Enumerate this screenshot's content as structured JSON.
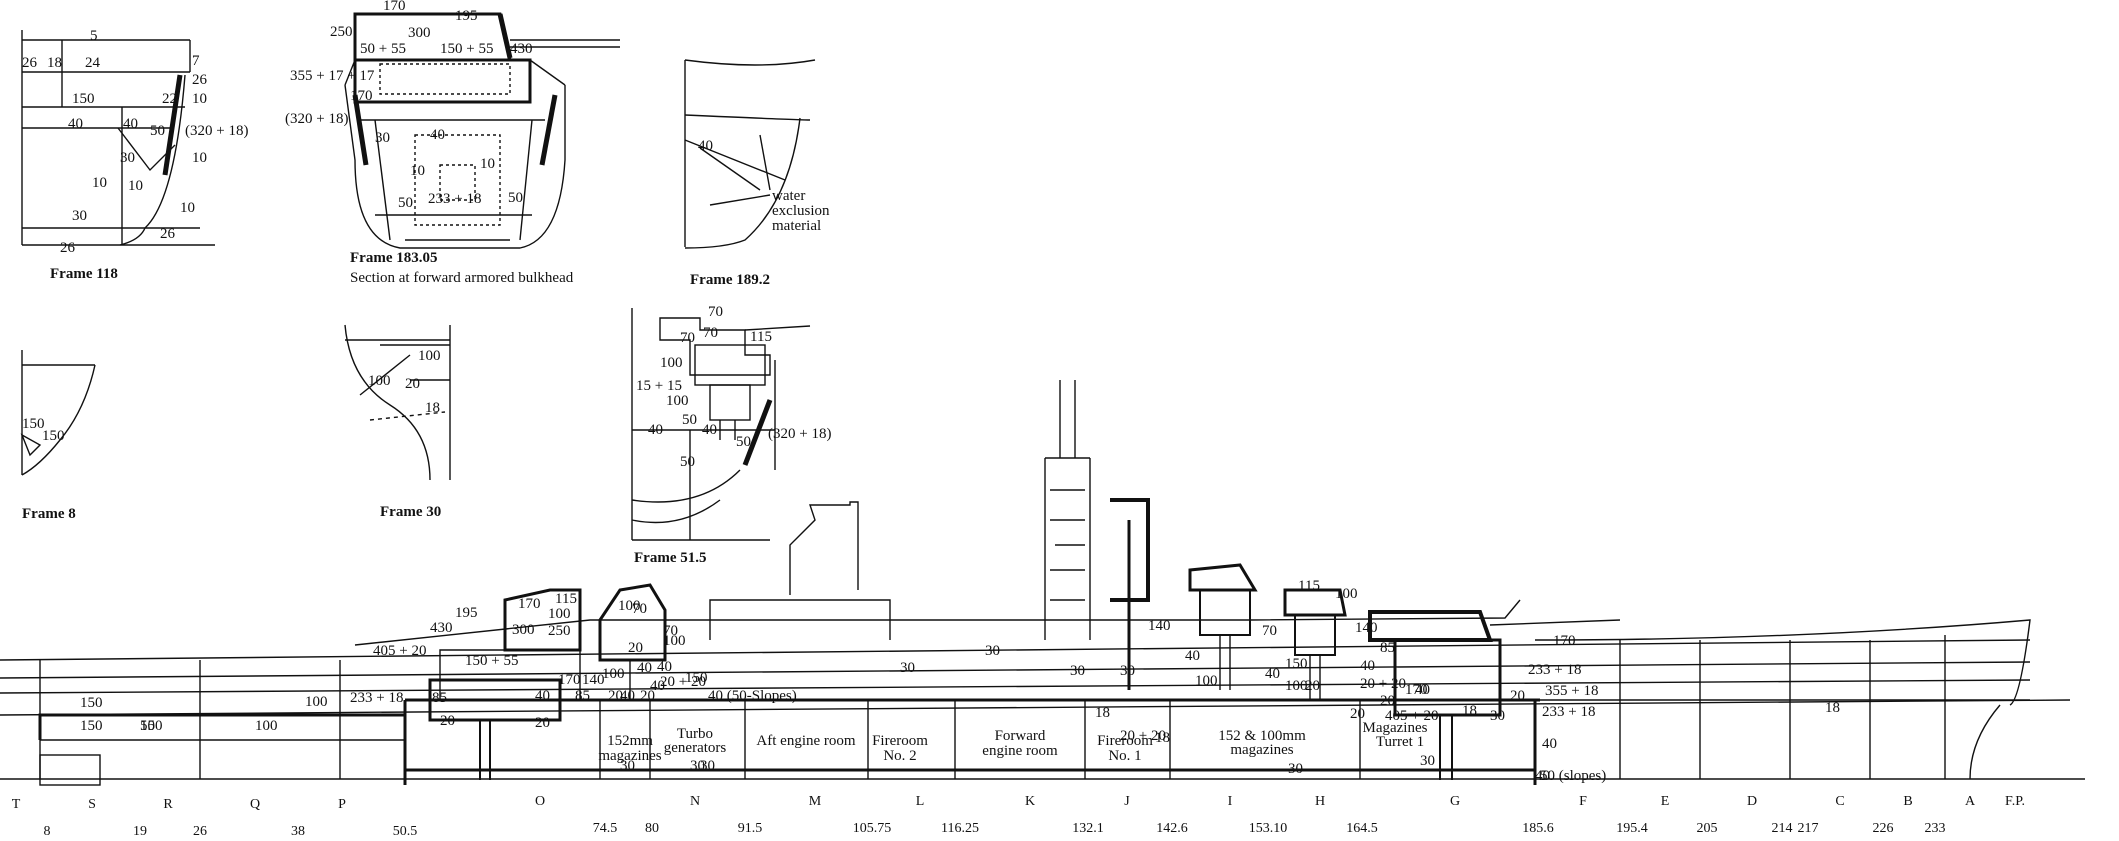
{
  "sections": {
    "frame118": {
      "caption": "Frame 118",
      "labels": [
        "5",
        "26",
        "18",
        "24",
        "7",
        "26",
        "10",
        "150",
        "22",
        "40",
        "40",
        "50",
        "(320 + 18)",
        "10",
        "30",
        "10",
        "10",
        "10",
        "30",
        "26",
        "26"
      ]
    },
    "frame183": {
      "caption": "Frame 183.05",
      "subcaption": "Section at forward armored bulkhead",
      "labels": [
        "170",
        "195",
        "250",
        "300",
        "50 + 55",
        "150 + 55",
        "430",
        "355 + 17 + 17",
        "170",
        "(320 + 18)",
        "30",
        "40",
        "10",
        "10",
        "233 + 18",
        "50",
        "50"
      ]
    },
    "frame189": {
      "caption": "Frame 189.2",
      "labels": [
        "40",
        "water",
        "exclusion",
        "material"
      ]
    },
    "frame8": {
      "caption": "Frame 8",
      "labels": [
        "150",
        "150"
      ]
    },
    "frame30": {
      "caption": "Frame 30",
      "labels": [
        "100",
        "100",
        "20",
        "18"
      ]
    },
    "frame51": {
      "caption": "Frame 51.5",
      "labels": [
        "70",
        "70",
        "70",
        "115",
        "100",
        "15 + 15",
        "100",
        "50",
        "40",
        "40",
        "50",
        "(320 + 18)",
        "50"
      ]
    }
  },
  "profile": {
    "armor_labels": [
      "170",
      "195",
      "430",
      "300",
      "405 + 20",
      "150 + 55",
      "115",
      "100",
      "250",
      "100",
      "70",
      "70",
      "100",
      "20",
      "40",
      "40",
      "100",
      "140",
      "40",
      "20 + 20",
      "150",
      "20",
      "170",
      "85",
      "40",
      "40",
      "20",
      "100",
      "233 + 18",
      "150",
      "150",
      "150",
      "50",
      "100",
      "85",
      "20",
      "20",
      "40 (50-Slopes)",
      "30",
      "30",
      "30",
      "30",
      "30",
      "30",
      "30",
      "30",
      "20 + 20",
      "140",
      "40",
      "100",
      "70",
      "115",
      "100",
      "140",
      "150",
      "40",
      "100",
      "20",
      "20 + 20",
      "40",
      "85",
      "170",
      "40",
      "20",
      "18",
      "20",
      "405 + 20",
      "170",
      "233 + 18",
      "355 + 18",
      "233 + 18",
      "40",
      "18",
      "50 (slopes)",
      "18",
      "18",
      "40",
      "20",
      "30",
      "30"
    ],
    "compartments": [
      "152mm",
      "magazines",
      "Turbo",
      "generators",
      "Aft engine room",
      "Fireroom",
      "No. 2",
      "Forward",
      "engine room",
      "Fireroom",
      "No. 1",
      "152 & 100mm",
      "magazines",
      "Magazines",
      "Turret 1"
    ],
    "station_letters": [
      "T",
      "S",
      "R",
      "Q",
      "P",
      "O",
      "N",
      "M",
      "L",
      "K",
      "J",
      "I",
      "H",
      "G",
      "F",
      "E",
      "D",
      "C",
      "B",
      "A",
      "F.P."
    ],
    "frame_numbers": [
      "8",
      "19",
      "26",
      "38",
      "50.5",
      "74.5",
      "80",
      "91.5",
      "105.75",
      "116.25",
      "132.1",
      "142.6",
      "153.10",
      "164.5",
      "185.6",
      "195.4",
      "205",
      "214",
      "217",
      "226",
      "233"
    ]
  }
}
